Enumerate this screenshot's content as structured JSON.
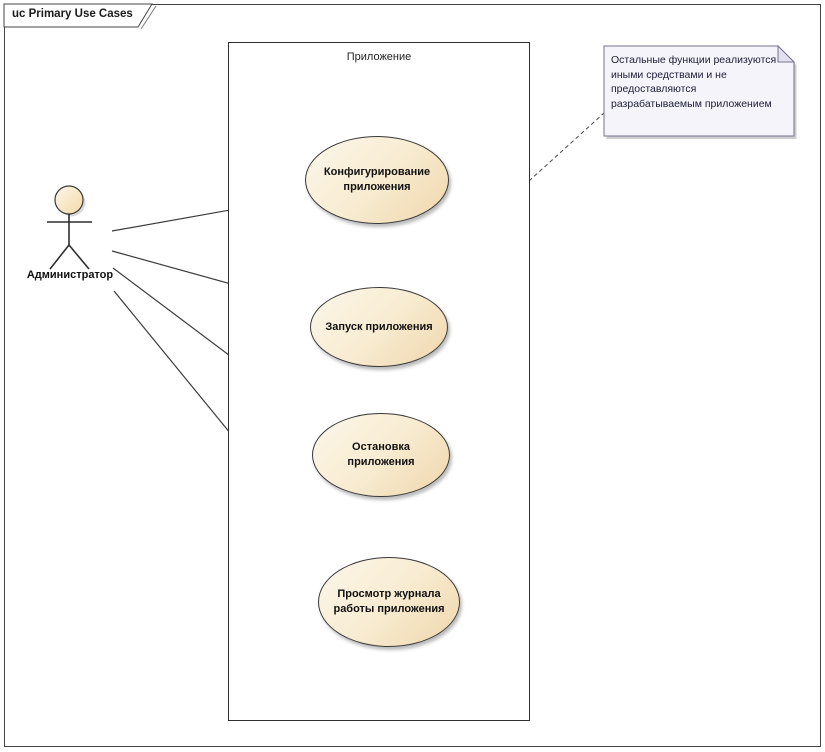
{
  "frame": {
    "title": "uc Primary Use Cases",
    "type": "uml-use-case-frame"
  },
  "system_boundary": {
    "label": "Приложение"
  },
  "actor": {
    "name": "Администратор"
  },
  "use_cases": [
    {
      "id": "configure-app",
      "lines": [
        "Конфигурирование",
        "приложения"
      ]
    },
    {
      "id": "start-app",
      "lines": [
        "Запуск приложения"
      ]
    },
    {
      "id": "stop-app",
      "lines": [
        "Остановка",
        "приложения"
      ]
    },
    {
      "id": "view-log",
      "lines": [
        "Просмотр журнала",
        "работы приложения"
      ]
    }
  ],
  "note": {
    "lines": [
      "Остальные функции реализуются",
      "иными средствами и не",
      "предоставляются",
      "разрабатываемым приложением"
    ]
  },
  "connectors": [
    {
      "from": "actor-administrator",
      "to": "configure-app",
      "type": "association"
    },
    {
      "from": "actor-administrator",
      "to": "start-app",
      "type": "association"
    },
    {
      "from": "actor-administrator",
      "to": "stop-app",
      "type": "association"
    },
    {
      "from": "actor-administrator",
      "to": "view-log",
      "type": "association"
    },
    {
      "from": "note",
      "to": "system-boundary",
      "type": "note-attachment-dashed"
    }
  ],
  "colors": {
    "usecase_fill_light": "#fcf7ea",
    "usecase_fill_dark": "#efd6ab",
    "usecase_border": "#39383a",
    "note_background": "#f5f4fb",
    "note_fold": "#e3e1f0",
    "note_border": "#75748c",
    "frame_border": "#454545",
    "line_color": "#3c3c3c",
    "shadow": "#969696"
  }
}
